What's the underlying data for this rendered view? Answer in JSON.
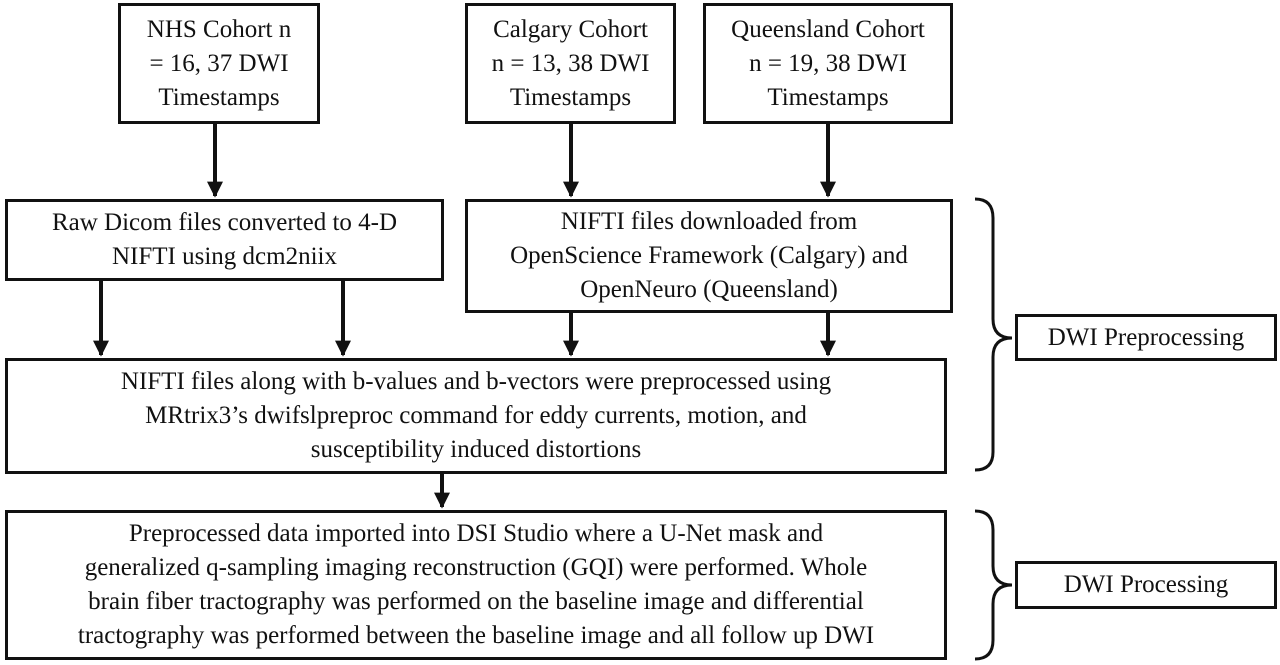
{
  "cohorts": {
    "nhs": "NHS Cohort n\n= 16, 37 DWI\nTimestamps",
    "calgary": "Calgary Cohort\nn = 13, 38 DWI\nTimestamps",
    "queensland": "Queensland Cohort\nn = 19, 38 DWI\nTimestamps"
  },
  "steps": {
    "dicom_conversion": "Raw Dicom files converted to 4-D\nNIFTI using dcm2niix",
    "nifti_download": "NIFTI files downloaded from\nOpenScience Framework (Calgary) and\nOpenNeuro (Queensland)",
    "preprocessing": "NIFTI files along with b-values and b-vectors were preprocessed using\nMRtrix3’s dwifslpreproc command for eddy currents, motion, and\nsusceptibility induced distortions",
    "processing": "Preprocessed data imported into DSI Studio where a U-Net mask and\ngeneralized q-sampling imaging reconstruction (GQI) were performed. Whole\nbrain fiber tractography was performed on the baseline image and differential\ntractography was performed between the baseline image and all follow up DWI"
  },
  "stages": {
    "preprocessing": "DWI Preprocessing",
    "processing": "DWI Processing"
  }
}
